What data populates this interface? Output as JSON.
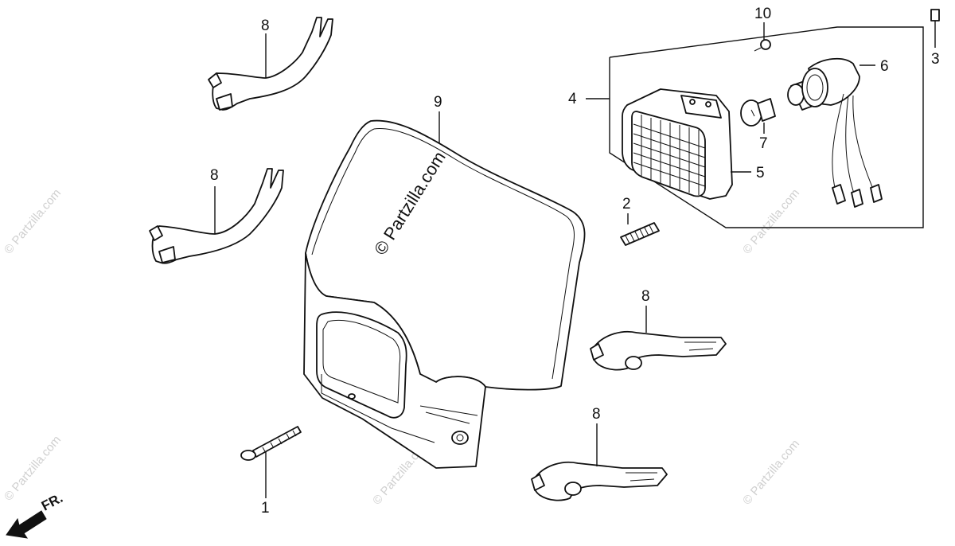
{
  "callouts": {
    "c1": "1",
    "c2": "2",
    "c3": "3",
    "c4": "4",
    "c5": "5",
    "c6": "6",
    "c7": "7",
    "c8a": "8",
    "c8b": "8",
    "c8c": "8",
    "c8d": "8",
    "c9": "9",
    "c10": "10"
  },
  "direction_label": "FR.",
  "watermark_main": "© Partzilla.com",
  "watermark_faint": "© Partzilla.com"
}
